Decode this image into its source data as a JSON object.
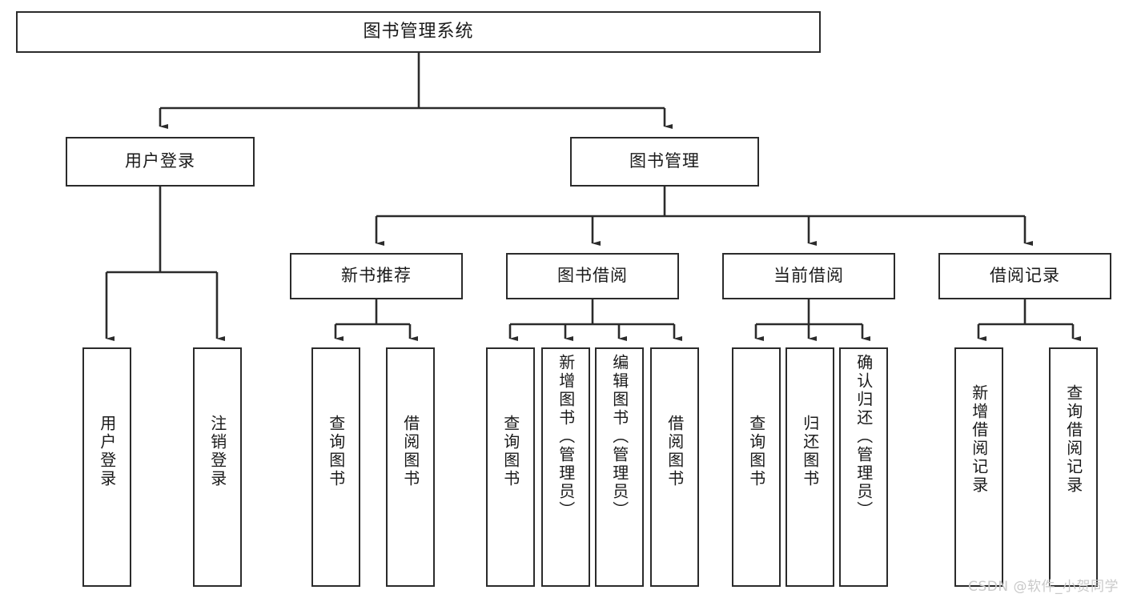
{
  "diagram": {
    "title": "图书管理系统",
    "type": "hierarchy-tree",
    "root": {
      "label": "图书管理系统"
    },
    "level2": [
      {
        "label": "用户登录"
      },
      {
        "label": "图书管理"
      }
    ],
    "level3": [
      {
        "label": "新书推荐"
      },
      {
        "label": "图书借阅"
      },
      {
        "label": "当前借阅"
      },
      {
        "label": "借阅记录"
      }
    ],
    "leaves": {
      "user_login": [
        {
          "label": "用户登录"
        },
        {
          "label": "注销登录"
        }
      ],
      "new_book_recommend": [
        {
          "label": "查询图书"
        },
        {
          "label": "借阅图书"
        }
      ],
      "book_borrow": [
        {
          "label": "查询图书"
        },
        {
          "label": "新增图书（管理员）"
        },
        {
          "label": "编辑图书（管理员）"
        },
        {
          "label": "借阅图书"
        }
      ],
      "current_borrow": [
        {
          "label": "查询图书"
        },
        {
          "label": "归还图书"
        },
        {
          "label": "确认归还（管理员）"
        }
      ],
      "borrow_record": [
        {
          "label": "新增借阅记录"
        },
        {
          "label": "查询借阅记录"
        }
      ]
    },
    "watermark": "CSDN @软件_小贺同学",
    "colors": {
      "stroke": "#2b2b2b",
      "fill": "#ffffff",
      "text": "#1a1a1a",
      "watermark": "#c9c9c9"
    }
  }
}
